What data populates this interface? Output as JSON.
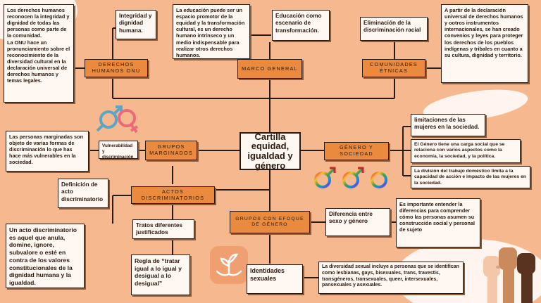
{
  "center": {
    "title": "Cartilla equidad, igualdad y género"
  },
  "headers": {
    "derechos": "DERECHOS HUMANOS ONU",
    "marco": "MARCO GENERAL",
    "comunidades": "COMUNIDADES ÉTNICAS",
    "grupos": "GRUPOS MARGINADOS",
    "genero": "GÉNERO Y SOCIEDAD",
    "actos": "ACTOS DISCRIMINATORIOS",
    "enfoque": "GRUPOS CON EFOQUE DE GÉNERO"
  },
  "boxes": {
    "derechos_text": "Los derechos humanos reconocen la integridad y dignidad de todas las personas como parte de la comunidad.\nLa ONU hace un pronunciamiento sobre el reconocimiento de la diversidad cultural en la declaración universal de derechos humanos y temas legales.",
    "integridad": "Integridad y dignidad humana.",
    "educacion_text": "La educación puede ser un espacio promotor de la equidad y la transformación cultural, es un derecho humano intrínseco y un medio indispensable para realizar otros derechos humanos.",
    "educacion_escenario": "Educación como escenario de transformación.",
    "eliminacion": "Eliminación de la discriminación racial",
    "declaracion": "A partir de la declaración universal de derechos humanos y ootros instrumentos internacionales, se han creado convenios y leyes para proteger los derechos de los pueblos indígenas y tribales en cuanto a su cultura, dignidad y territorio.",
    "marginadas": "Las personas marginadas son objeto de varias formas de discriminación lo que has hace más vulnerables en la sociedad.",
    "vulnerabilidad": "Vulnerabilidad y discriminación",
    "limitaciones": "limitaciones de las mujeres en la sociedad.",
    "genero_impacto": "El Género tiene una carga social que se relaciona con varios aspectos como la economía, la sociedad, y la política.",
    "division": "La división del trabajo doméstico limita a la capacidad de acción e impacto de las mujeres en la sociedad.",
    "definicion": "Definición de acto discriminatorio",
    "acto_text": "Un acto discriminatorio es aquel que anula, domine, ignore, subvalore o esté en contra de los valores constitucionales de la dignidad humana y la igualdad.",
    "tratos": "Tratos diferentes justificados",
    "regla": "Regla de “tratar igual a lo igual y desigual a lo desigual”",
    "diferencia": "Diferencia entre sexo y género",
    "importante": "Es importante entender la diferencias para comprender cómo las personas asumen su construcción social y personal de sujeto",
    "identidades": "Identidades sexuales",
    "diversidad": "La diversidad sexual incluye a personas que se identifican como lesbianas, gays, bisexuales, trans, travestis, transgéneros, transexuales, queer, intersexuales, pansexuales y asexuales."
  },
  "icons": [
    "gender-symbols-icon",
    "rainbow-gender-icons",
    "plants-hands-icon",
    "raised-fists-icon"
  ],
  "colors": {
    "background": "#f6b88f",
    "header": "#e98a3e",
    "box": "#fff8f2",
    "line": "#2a1a10"
  }
}
